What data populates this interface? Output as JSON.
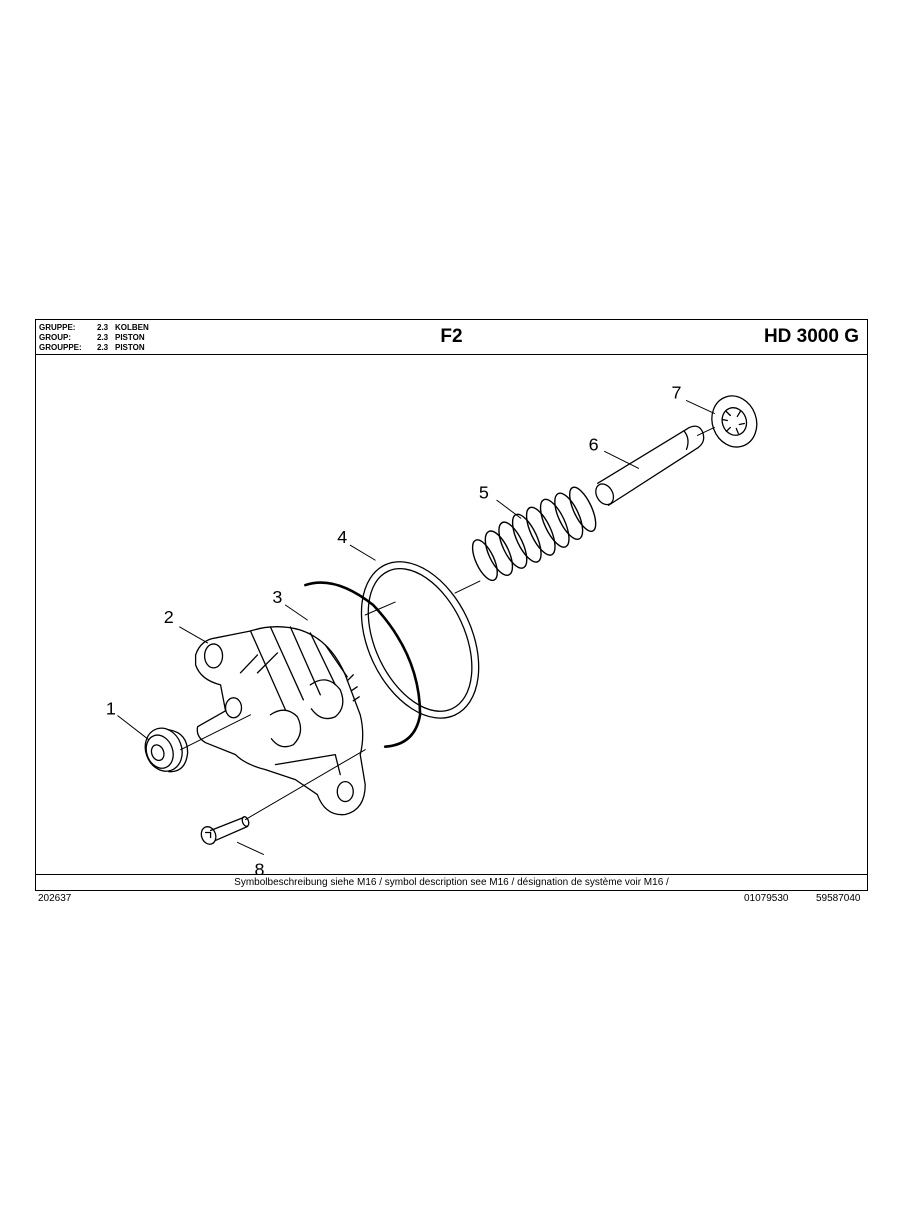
{
  "header": {
    "group_rows": [
      {
        "label": "GRUPPE:",
        "num": "2.3",
        "name": "KOLBEN"
      },
      {
        "label": "GROUP:",
        "num": "2.3",
        "name": "PISTON"
      },
      {
        "label": "GROUPPE:",
        "num": "2.3",
        "name": "PISTON"
      }
    ],
    "page_code": "F2",
    "model": "HD 3000 G"
  },
  "callouts": [
    "1",
    "2",
    "3",
    "4",
    "5",
    "6",
    "7",
    "8"
  ],
  "footer": {
    "symbol_note": "Symbolbeschreibung siehe M16 / symbol description see M16 / désignation de système voir M16 /"
  },
  "doc_numbers": {
    "left": "202637",
    "middle": "01079530",
    "right": "59587040"
  }
}
